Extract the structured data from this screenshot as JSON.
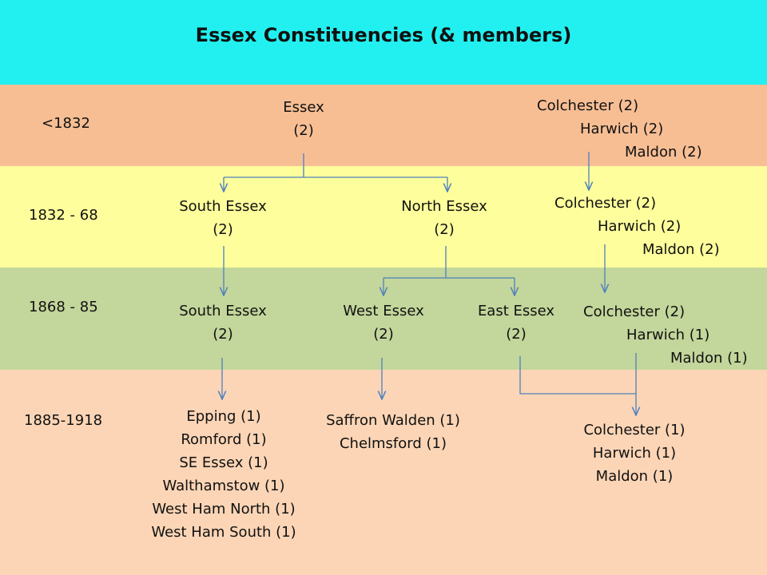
{
  "title": "Essex Constituencies (& members)",
  "colors": {
    "title_band": "#22F0F0",
    "band_pre1832": "#F7BE94",
    "band_1832": "#FEFE9C",
    "band_1868": "#C3D69B",
    "band_1885": "#FBD5B6",
    "arrow": "#4F81BD"
  },
  "periods": {
    "p1": "<1832",
    "p2": "1832 - 68",
    "p3": "1868 - 85",
    "p4": "1885-1918"
  },
  "nodes": {
    "essex": [
      "Essex",
      "(2)"
    ],
    "south_essex_1832": [
      "South Essex",
      "(2)"
    ],
    "north_essex_1832": [
      "North Essex",
      "(2)"
    ],
    "south_essex_1868": [
      "South Essex",
      "(2)"
    ],
    "west_essex_1868": [
      "West Essex",
      "(2)"
    ],
    "east_essex_1868": [
      "East Essex",
      "(2)"
    ],
    "boroughs_pre1832": [
      "Colchester (2)",
      "Harwich (2)",
      "Maldon (2)"
    ],
    "boroughs_1832": [
      "Colchester (2)",
      "Harwich (2)",
      "Maldon (2)"
    ],
    "boroughs_1868": [
      "Colchester (2)",
      "Harwich (1)",
      "Maldon (1)"
    ],
    "south_div_1885": [
      "Epping (1)",
      "Romford (1)",
      "SE Essex (1)",
      "Walthamstow (1)",
      "West Ham North (1)",
      "West Ham South (1)"
    ],
    "west_div_1885": [
      "Saffron Walden (1)",
      "Chelmsford (1)"
    ],
    "boroughs_1885": [
      "Colchester (1)",
      "Harwich (1)",
      "Maldon (1)"
    ]
  }
}
